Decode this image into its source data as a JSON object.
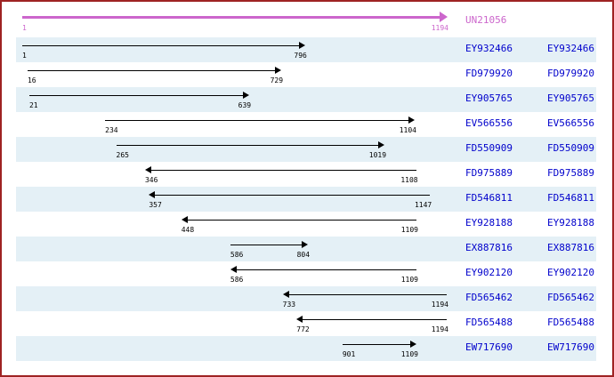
{
  "panel": {
    "border_color": "#9e2323",
    "row_band_color": "#e4f0f6",
    "query_color": "#cc66cc",
    "hit_color": "#000000",
    "accession_color": "#0000cc"
  },
  "query": {
    "name": "UN21056",
    "start_label": "1",
    "end_label": "1194",
    "start": 1,
    "end": 1194,
    "strand": "plus",
    "arrow_icon": "right-arrow-icon"
  },
  "axis": {
    "min": 1,
    "max": 1194
  },
  "hits": [
    {
      "accession": "EY932466",
      "accession_right": "EY932466",
      "start": 1,
      "end": 796,
      "start_label": "1",
      "end_label": "796",
      "strand": "plus",
      "arrow_icon": "right-arrow-icon",
      "shaded": true
    },
    {
      "accession": "FD979920",
      "accession_right": "FD979920",
      "start": 16,
      "end": 729,
      "start_label": "16",
      "end_label": "729",
      "strand": "plus",
      "arrow_icon": "right-arrow-icon",
      "shaded": false
    },
    {
      "accession": "EY905765",
      "accession_right": "EY905765",
      "start": 21,
      "end": 639,
      "start_label": "21",
      "end_label": "639",
      "strand": "plus",
      "arrow_icon": "right-arrow-icon",
      "shaded": true
    },
    {
      "accession": "EV566556",
      "accession_right": "EV566556",
      "start": 234,
      "end": 1104,
      "start_label": "234",
      "end_label": "1104",
      "strand": "plus",
      "arrow_icon": "right-arrow-icon",
      "shaded": false
    },
    {
      "accession": "FD550909",
      "accession_right": "FD550909",
      "start": 265,
      "end": 1019,
      "start_label": "265",
      "end_label": "1019",
      "strand": "plus",
      "arrow_icon": "right-arrow-icon",
      "shaded": true
    },
    {
      "accession": "FD975889",
      "accession_right": "FD975889",
      "start": 346,
      "end": 1108,
      "start_label": "346",
      "end_label": "1108",
      "strand": "minus",
      "arrow_icon": "left-arrow-icon",
      "shaded": false
    },
    {
      "accession": "FD546811",
      "accession_right": "FD546811",
      "start": 357,
      "end": 1147,
      "start_label": "357",
      "end_label": "1147",
      "strand": "minus",
      "arrow_icon": "left-arrow-icon",
      "shaded": true
    },
    {
      "accession": "EY928188",
      "accession_right": "EY928188",
      "start": 448,
      "end": 1109,
      "start_label": "448",
      "end_label": "1109",
      "strand": "minus",
      "arrow_icon": "left-arrow-icon",
      "shaded": false
    },
    {
      "accession": "EX887816",
      "accession_right": "EX887816",
      "start": 586,
      "end": 804,
      "start_label": "586",
      "end_label": "804",
      "strand": "plus",
      "arrow_icon": "right-arrow-icon",
      "shaded": true
    },
    {
      "accession": "EY902120",
      "accession_right": "EY902120",
      "start": 586,
      "end": 1109,
      "start_label": "586",
      "end_label": "1109",
      "strand": "minus",
      "arrow_icon": "left-arrow-icon",
      "shaded": false
    },
    {
      "accession": "FD565462",
      "accession_right": "FD565462",
      "start": 733,
      "end": 1194,
      "start_label": "733",
      "end_label": "1194",
      "strand": "minus",
      "arrow_icon": "left-arrow-icon",
      "shaded": true
    },
    {
      "accession": "FD565488",
      "accession_right": "FD565488",
      "start": 772,
      "end": 1194,
      "start_label": "772",
      "end_label": "1194",
      "strand": "minus",
      "arrow_icon": "left-arrow-icon",
      "shaded": false
    },
    {
      "accession": "EW717690",
      "accession_right": "EW717690",
      "start": 901,
      "end": 1109,
      "start_label": "901",
      "end_label": "1109",
      "strand": "plus",
      "arrow_icon": "right-arrow-icon",
      "shaded": true
    }
  ]
}
